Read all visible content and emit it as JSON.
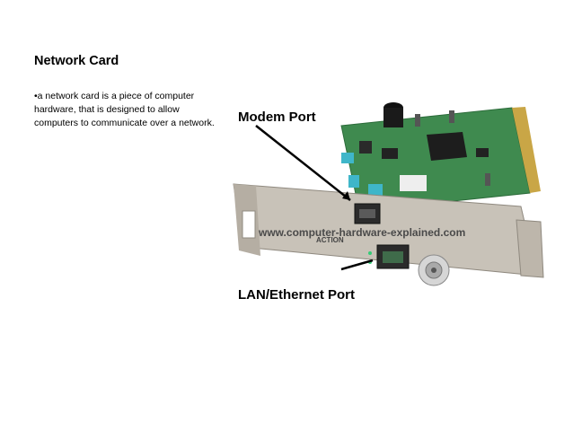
{
  "slide": {
    "title": "Network Card",
    "bullet": "•a network card is a piece of computer hardware, that is designed to allow computers to communicate over a network."
  },
  "figure": {
    "label_modem": "Modem Port",
    "label_lan": "LAN/Ethernet Port",
    "watermark": "www.computer-hardware-explained.com",
    "bracket_brand": "ACTION",
    "board_color": "#3f8a4f",
    "bracket_color": "#c8c2b8"
  }
}
